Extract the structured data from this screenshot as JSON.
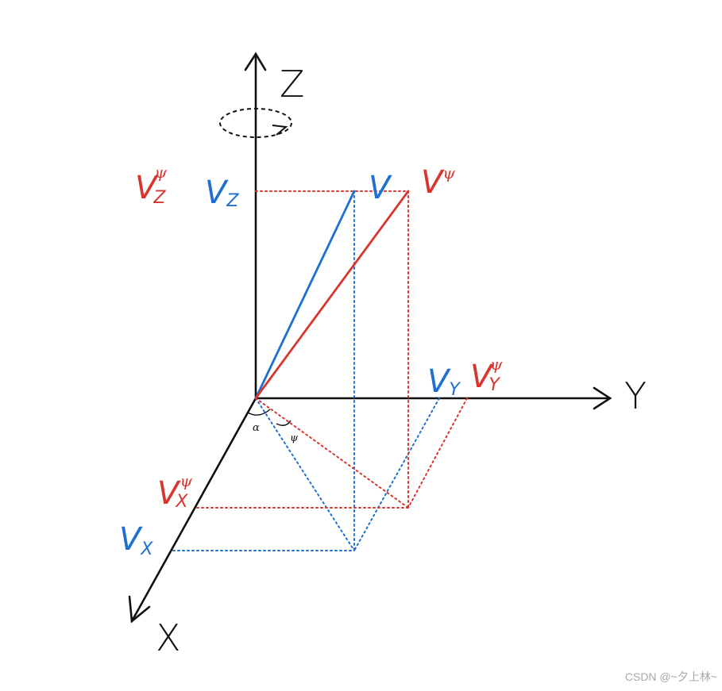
{
  "colors": {
    "axis": "#111111",
    "original": "#1f6fd1",
    "rotated": "#d8352f",
    "watermark": "#a8a8a8"
  },
  "axes": {
    "z_label": "Z",
    "y_label": "Y",
    "x_label": "X"
  },
  "vectors": {
    "original": {
      "name": "V",
      "z_comp": {
        "base": "V",
        "sub": "Z"
      },
      "y_comp": {
        "base": "V",
        "sub": "Y"
      },
      "x_comp": {
        "base": "V",
        "sub": "X"
      }
    },
    "rotated": {
      "name": {
        "base": "V",
        "sup": "ψ"
      },
      "z_comp": {
        "base": "V",
        "sub": "Z",
        "sup": "ψ"
      },
      "y_comp": {
        "base": "V",
        "sub": "Y",
        "sup": "ψ"
      },
      "x_comp": {
        "base": "V",
        "sub": "X",
        "sup": "ψ"
      }
    }
  },
  "angles": {
    "alpha": "α",
    "psi": "ψ"
  },
  "rotation_indicator": "dashed-ellipse-arrow",
  "watermark": "CSDN @~夕上林~"
}
